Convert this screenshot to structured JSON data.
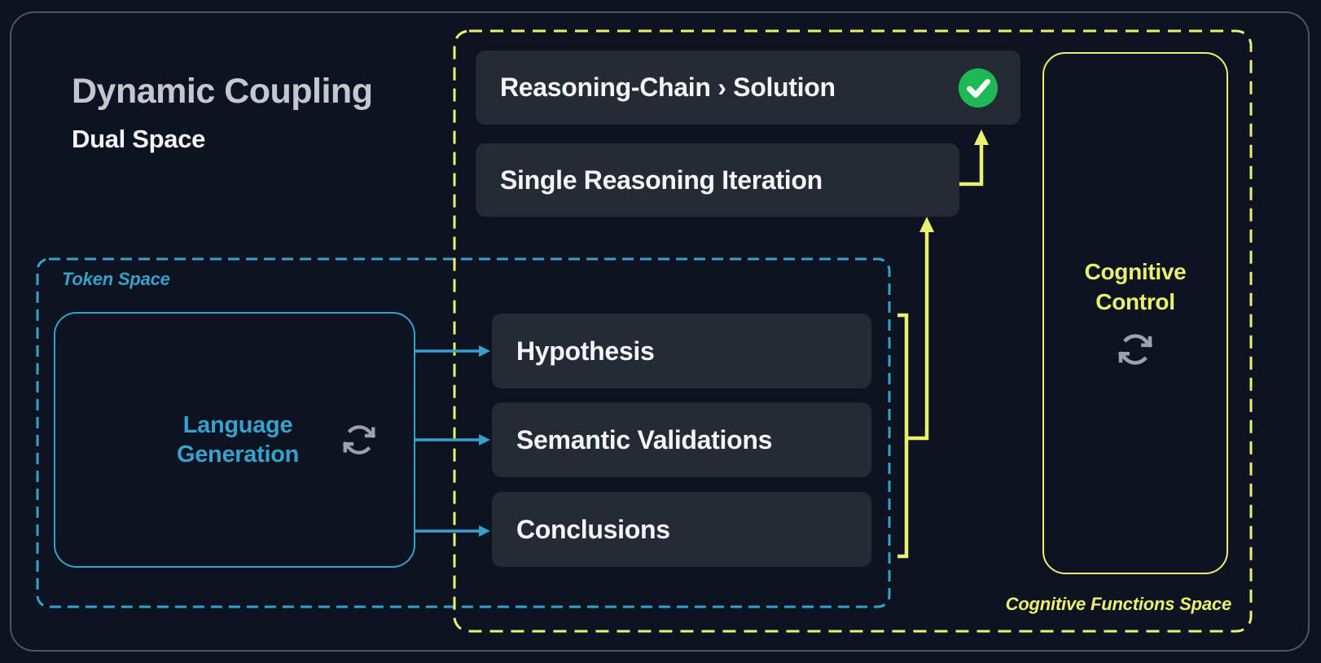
{
  "theme": {
    "bg": "#0d1421",
    "frame_border": "#4d545e",
    "card_bg": "#242b35",
    "blue": "#38a1cb",
    "yellow": "#ecf06f",
    "green": "#1eb955",
    "white": "#f4f6f8",
    "gray_title": "#c3c7ce",
    "icon_gray": "#9ba2ad"
  },
  "header": {
    "title": "Dynamic Coupling",
    "subtitle": "Dual Space"
  },
  "token_space": {
    "label": "Token Space",
    "generator_box": {
      "label": "Language Generation",
      "icon": "sync-icon"
    }
  },
  "cognitive_space": {
    "label": "Cognitive Functions Space",
    "solution_box": {
      "label": "Reasoning-Chain › Solution",
      "status_icon": "check-circle-icon"
    },
    "iteration_box": {
      "label": "Single Reasoning Iteration"
    },
    "function_boxes": [
      "Hypothesis",
      "Semantic Validations",
      "Conclusions"
    ],
    "control_box": {
      "label": "Cognitive Control",
      "icon": "sync-icon"
    }
  }
}
